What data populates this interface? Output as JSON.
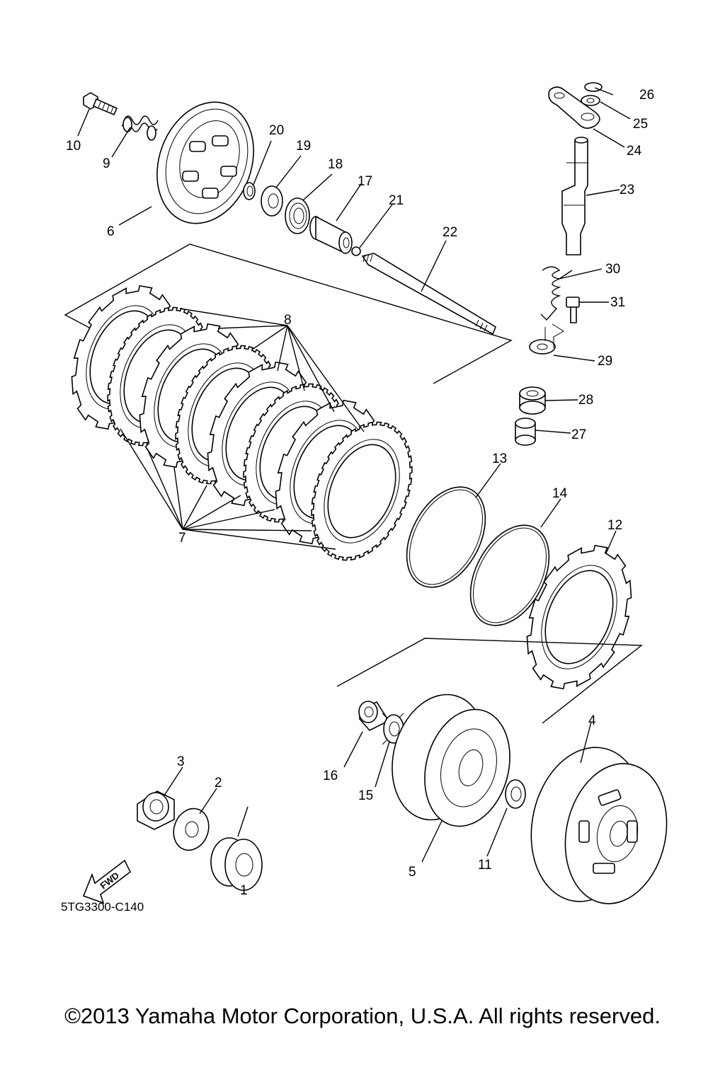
{
  "labels": {
    "p1": "1",
    "p2": "2",
    "p3": "3",
    "p4": "4",
    "p5": "5",
    "p6": "6",
    "p7": "7",
    "p8": "8",
    "p9": "9",
    "p10": "10",
    "p11": "11",
    "p12": "12",
    "p13": "13",
    "p14": "14",
    "p15": "15",
    "p16": "16",
    "p17": "17",
    "p18": "18",
    "p19": "19",
    "p20": "20",
    "p21": "21",
    "p22": "22",
    "p23": "23",
    "p24": "24",
    "p25": "25",
    "p26": "26",
    "p27": "27",
    "p28": "28",
    "p29": "29",
    "p30": "30",
    "p31": "31"
  },
  "fwd_arrow": "FWD",
  "drawing_code": "5TG3300-C140",
  "copyright": "©2013 Yamaha Motor Corporation, U.S.A. All rights reserved."
}
